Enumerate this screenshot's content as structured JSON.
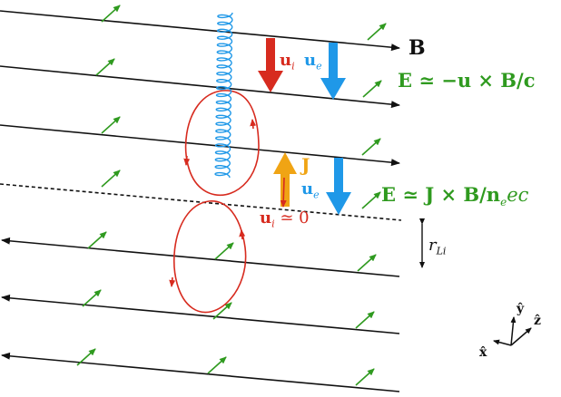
{
  "labels": {
    "B": "B",
    "u_i": "u",
    "u_i_sub": "i",
    "u_e": "u",
    "u_e_sub": "e",
    "E_top": "E ≃ −u × B/c",
    "J": "J",
    "u_e2": "u",
    "u_e2_sub": "e",
    "E_bottom": "E ≃ J × B/n",
    "E_bottom_sub": "e",
    "E_bottom_tail": "ec",
    "u_i_zero": "u",
    "u_i_zero_sub": "i",
    "u_i_zero_tail": " ≃ 0",
    "r_L": "r",
    "r_L_sub": "Li",
    "axis_y": "ŷ",
    "axis_z": "ẑ",
    "axis_x": "x̂"
  },
  "colors": {
    "field_lines": "#111111",
    "electric_field": "#2f9a1f",
    "ion": "#d72b1f",
    "electron": "#1f98e8",
    "current": "#f0a414"
  }
}
